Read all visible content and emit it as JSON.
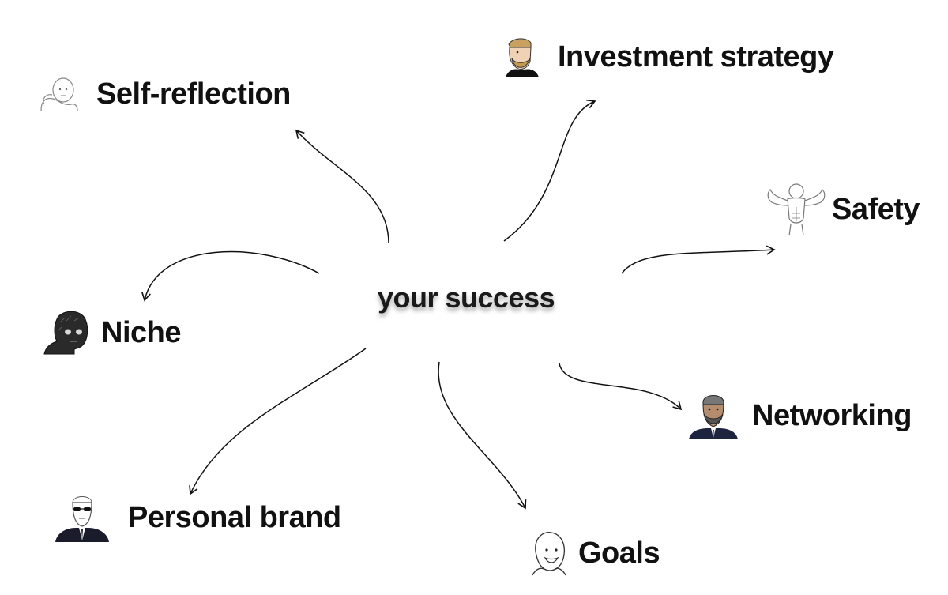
{
  "center": {
    "label": "your success"
  },
  "nodes": [
    {
      "id": "self-reflection",
      "label": "Self-reflection",
      "icon": "thinking-wojak-icon"
    },
    {
      "id": "investment-strategy",
      "label": "Investment strategy",
      "icon": "bearded-chad-icon"
    },
    {
      "id": "safety",
      "label": "Safety",
      "icon": "muscular-wojak-icon"
    },
    {
      "id": "niche",
      "label": "Niche",
      "icon": "shadowy-doomer-icon"
    },
    {
      "id": "networking",
      "label": "Networking",
      "icon": "bearded-businessman-icon"
    },
    {
      "id": "goals",
      "label": "Goals",
      "icon": "smiling-wojak-icon"
    },
    {
      "id": "personal-brand",
      "label": "Personal brand",
      "icon": "sunglasses-businessman-icon"
    }
  ],
  "colors": {
    "text": "#111111",
    "arrow": "#111111",
    "background": "#ffffff"
  }
}
